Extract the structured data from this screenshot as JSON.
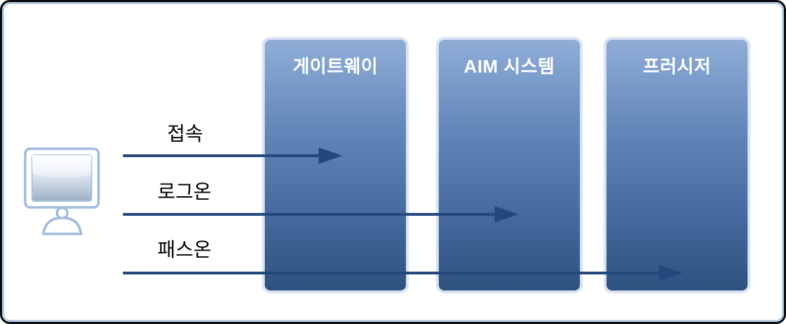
{
  "diagram": {
    "title": "",
    "actor": {
      "icon": "monitor-icon",
      "description": "client computer"
    },
    "lanes": [
      {
        "label": "게이트웨이"
      },
      {
        "label": "AIM 시스템"
      },
      {
        "label": "프러시저"
      }
    ],
    "flows": [
      {
        "label": "접속",
        "from": "client",
        "to_lane": "게이트웨이"
      },
      {
        "label": "로그온",
        "from": "client",
        "to_lane": "AIM 시스템"
      },
      {
        "label": "패스온",
        "from": "client",
        "to_lane": "프러시저"
      }
    ],
    "colors": {
      "lane_gradient_top": "#8fadd6",
      "lane_gradient_bottom": "#2e527e",
      "lane_border": "#d9e3f1",
      "lane_title_text": "#ffffff",
      "arrow": "#24477c",
      "flow_label_text": "#000000",
      "frame_border": "#0b0b0b",
      "inner_accent_border": "#b9cde4",
      "background": "#ffffff",
      "monitor_outline": "#9fbcdc"
    }
  }
}
